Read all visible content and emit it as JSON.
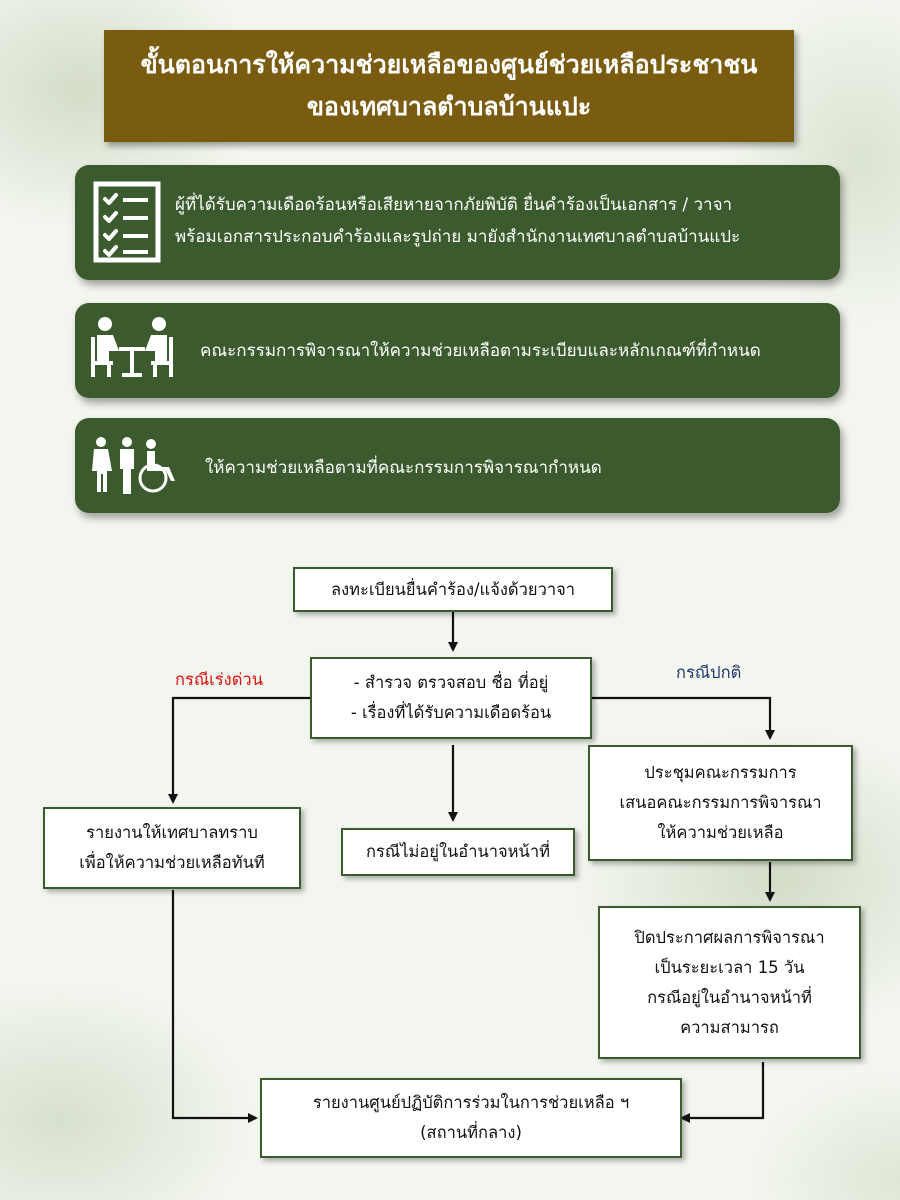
{
  "title": {
    "line1": "ขั้นตอนการให้ความช่วยเหลือของศูนย์ช่วยเหลือประชาชน",
    "line2": "ของเทศบาลตำบลบ้านแปะ"
  },
  "steps": [
    {
      "icon": "checklist-icon",
      "line1": "ผู้ที่ได้รับความเดือดร้อนหรือเสียหายจากภัยพิบัติ ยื่นคำร้องเป็นเอกสาร / วาจา",
      "line2": "พร้อมเอกสารประกอบคำร้องและรูปถ่าย มายังสำนักงานเทศบาลตำบลบ้านแปะ"
    },
    {
      "icon": "meeting-icon",
      "line1": "คณะกรรมการพิจารณาให้ความช่วยเหลือตามระเบียบและหลักเกณฑ์ที่กำหนด"
    },
    {
      "icon": "people-wheelchair-icon",
      "line1": "ให้ความช่วยเหลือตามที่คณะกรรมการพิจารณากำหนด"
    }
  ],
  "flow": {
    "register": "ลงทะเบียนยื่นคำร้อง/แจ้งด้วยวาจา",
    "survey_line1": "- สำรวจ ตรวจสอบ ชื่อ ที่อยู่",
    "survey_line2": "- เรื่องที่ได้รับความเดือดร้อน",
    "urgent_label": "กรณีเร่งด่วน",
    "normal_label": "กรณีปกติ",
    "report_line1": "รายงานให้เทศบาลทราบ",
    "report_line2": "เพื่อให้ความช่วยเหลือทันที",
    "not_authority": "กรณีไม่อยู่ในอำนาจหน้าที่",
    "meeting_line1": "ประชุมคณะกรรมการ",
    "meeting_line2": "เสนอคณะกรรมการพิจารณา",
    "meeting_line3": "ให้ความช่วยเหลือ",
    "announce_line1": "ปิดประกาศผลการพิจารณา",
    "announce_line2": "เป็นระยะเวลา 15 วัน",
    "announce_line3": "กรณีอยู่ในอำนาจหน้าที่",
    "announce_line4": "ความสามารถ",
    "center_line1": "รายงานศูนย์ปฏิบัติการร่วมในการช่วยเหลือ ฯ",
    "center_line2": "(สถานที่กลาง)"
  },
  "colors": {
    "title_bg": "#7a5c11",
    "step_bg": "#3b5a2d",
    "urgent": "#e01010",
    "normal": "#1f3a6e"
  }
}
